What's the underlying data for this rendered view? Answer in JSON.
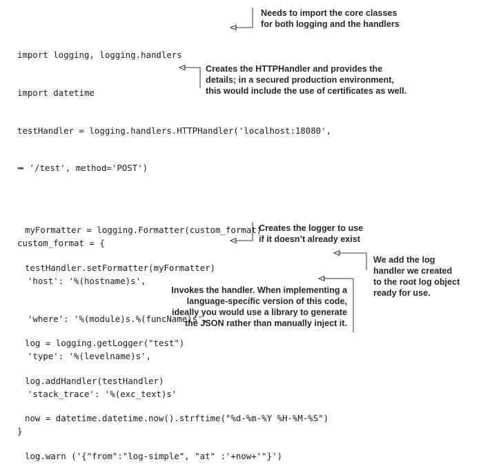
{
  "code_block_1": [
    "import logging, logging.handlers",
    "import datetime",
    "testHandler = logging.handlers.HTTPHandler('localhost:18080',",
    "'/test', method='POST')",
    "",
    "custom_format = {",
    "  'host': '%(hostname)s',",
    "  'where': '%(module)s.%(funcName)s',",
    "  'type': '%(levelname)s',",
    "  'stack_trace': '%(exc_text)s'",
    "}"
  ],
  "code_block_2": [
    "myFormatter = logging.Formatter(custom_format)",
    "testHandler.setFormatter(myFormatter)",
    "",
    "log = logging.getLogger(\"test\")",
    "log.addHandler(testHandler)",
    "now = datetime.datetime.now().strftime(\"%d-%m-%Y %H-%M-%S\")",
    "log.warn ('{\"from\":\"log-simple\", \"at\" :'+now+'\"}')"
  ],
  "continuation_glyph": "➥",
  "annotations": {
    "imports": "Needs to import the core classes\nfor both logging and the handlers",
    "http_handler": "Creates the HTTPHandler and provides the\ndetails; in a secured production environment,\nthis would include the use of certificates as well.",
    "logger": "Creates the logger to use\nif it doesn’t already exist",
    "add_handler": "We add the log\nhandler we created\nto the root log object\nready for use.",
    "invoke": "Invokes the handler. When implementing a\nlanguage-specific version of this code,\nideally you would use a library to generate\nthe JSON rather than manually inject it."
  }
}
